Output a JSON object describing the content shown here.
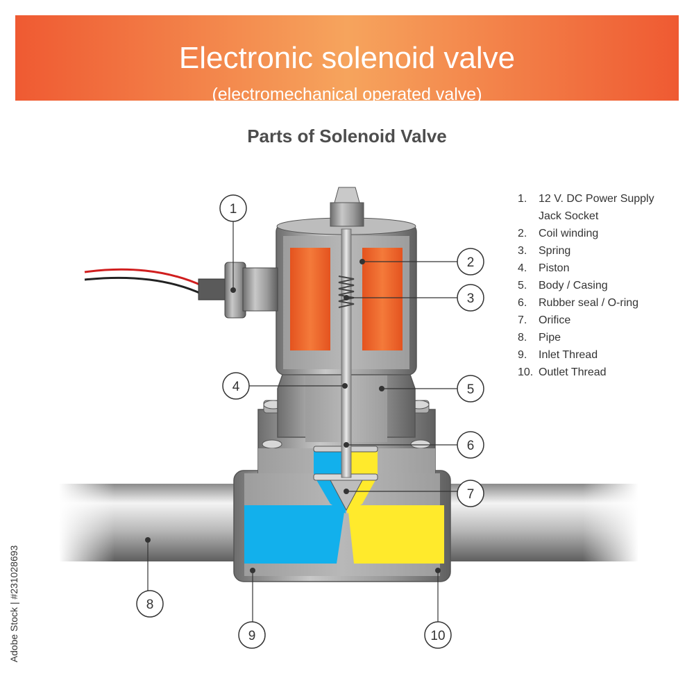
{
  "header": {
    "title": "Electronic solenoid valve",
    "subtitle": "(electromechanical operated valve)"
  },
  "diagram": {
    "heading": "Parts of Solenoid Valve",
    "colors": {
      "coil": "#f0622b",
      "inlet_fluid": "#12b0ec",
      "outlet_fluid": "#ffea2c",
      "casing": "#a5a5a5",
      "pipe": "#a8a8a8"
    },
    "callouts": [
      "1",
      "2",
      "3",
      "4",
      "5",
      "6",
      "7",
      "8",
      "9",
      "10"
    ],
    "parts": [
      {
        "number": "1.",
        "label": "12 V. DC Power Supply"
      },
      {
        "number": "",
        "label": "Jack Socket"
      },
      {
        "number": "2.",
        "label": "Coil winding"
      },
      {
        "number": "3.",
        "label": "Spring"
      },
      {
        "number": "4.",
        "label": "Piston"
      },
      {
        "number": "5.",
        "label": "Body / Casing"
      },
      {
        "number": "6.",
        "label": "Rubber seal / O-ring"
      },
      {
        "number": "7.",
        "label": "Orifice"
      },
      {
        "number": "8.",
        "label": "Pipe"
      },
      {
        "number": "9.",
        "label": "Inlet Thread"
      },
      {
        "number": "10.",
        "label": "Outlet Thread"
      }
    ]
  },
  "credit": "Adobe Stock | #231028693"
}
